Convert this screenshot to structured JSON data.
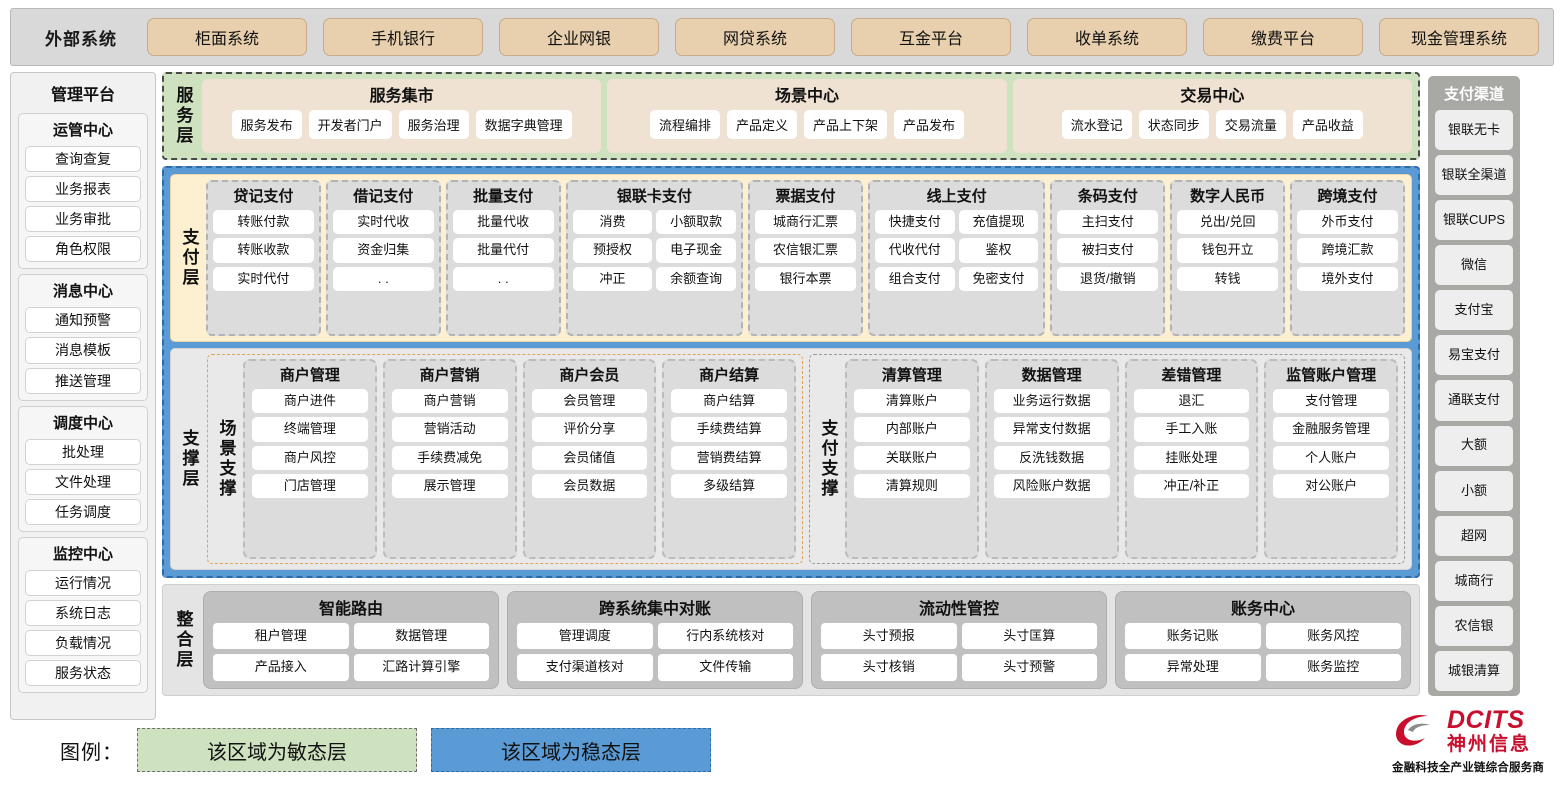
{
  "external_systems": {
    "title": "外部系统",
    "items": [
      "柜面系统",
      "手机银行",
      "企业网银",
      "网贷系统",
      "互金平台",
      "收单系统",
      "缴费平台",
      "现金管理系统"
    ]
  },
  "management_platform": {
    "title": "管理平台",
    "groups": [
      {
        "title": "运管中心",
        "items": [
          "查询查复",
          "业务报表",
          "业务审批",
          "角色权限"
        ]
      },
      {
        "title": "消息中心",
        "items": [
          "通知预警",
          "消息模板",
          "推送管理"
        ]
      },
      {
        "title": "调度中心",
        "items": [
          "批处理",
          "文件处理",
          "任务调度"
        ]
      },
      {
        "title": "监控中心",
        "items": [
          "运行情况",
          "系统日志",
          "负载情况",
          "服务状态"
        ]
      }
    ]
  },
  "service_layer": {
    "label": "服务层",
    "cards": [
      {
        "title": "服务集市",
        "items": [
          "服务发布",
          "开发者门户",
          "服务治理",
          "数据字典管理"
        ]
      },
      {
        "title": "场景中心",
        "items": [
          "流程编排",
          "产品定义",
          "产品上下架",
          "产品发布"
        ]
      },
      {
        "title": "交易中心",
        "items": [
          "流水登记",
          "状态同步",
          "交易流量",
          "产品收益"
        ]
      }
    ]
  },
  "payment_layer": {
    "label": "支付层",
    "groups": [
      {
        "title": "贷记支付",
        "columns": 1,
        "items": [
          "转账付款",
          "转账收款",
          "实时代付"
        ]
      },
      {
        "title": "借记支付",
        "columns": 1,
        "items": [
          "实时代收",
          "资金归集",
          ". ."
        ]
      },
      {
        "title": "批量支付",
        "columns": 1,
        "items": [
          "批量代收",
          "批量代付",
          ". ."
        ]
      },
      {
        "title": "银联卡支付",
        "columns": 2,
        "items": [
          "消费",
          "小额取款",
          "预授权",
          "电子现金",
          "冲正",
          "余额查询"
        ]
      },
      {
        "title": "票据支付",
        "columns": 1,
        "items": [
          "城商行汇票",
          "农信银汇票",
          "银行本票"
        ]
      },
      {
        "title": "线上支付",
        "columns": 2,
        "items": [
          "快捷支付",
          "充值提现",
          "代收代付",
          "鉴权",
          "组合支付",
          "免密支付"
        ]
      },
      {
        "title": "条码支付",
        "columns": 1,
        "items": [
          "主扫支付",
          "被扫支付",
          "退货/撤销"
        ]
      },
      {
        "title": "数字人民币",
        "columns": 1,
        "items": [
          "兑出/兑回",
          "钱包开立",
          "转钱"
        ]
      },
      {
        "title": "跨境支付",
        "columns": 1,
        "items": [
          "外币支付",
          "跨境汇款",
          "境外支付"
        ]
      }
    ]
  },
  "support_layer": {
    "label": "支撑层",
    "boxes": [
      {
        "label": "场景支撑",
        "groups": [
          {
            "title": "商户管理",
            "items": [
              "商户进件",
              "终端管理",
              "商户风控",
              "门店管理"
            ]
          },
          {
            "title": "商户营销",
            "items": [
              "商户营销",
              "营销活动",
              "手续费减免",
              "展示管理"
            ]
          },
          {
            "title": "商户会员",
            "items": [
              "会员管理",
              "评价分享",
              "会员储值",
              "会员数据"
            ]
          },
          {
            "title": "商户结算",
            "items": [
              "商户结算",
              "手续费结算",
              "营销费结算",
              "多级结算"
            ]
          }
        ]
      },
      {
        "label": "支付支撑",
        "groups": [
          {
            "title": "清算管理",
            "items": [
              "清算账户",
              "内部账户",
              "关联账户",
              "清算规则"
            ]
          },
          {
            "title": "数据管理",
            "items": [
              "业务运行数据",
              "异常支付数据",
              "反洗钱数据",
              "风险账户数据"
            ]
          },
          {
            "title": "差错管理",
            "items": [
              "退汇",
              "手工入账",
              "挂账处理",
              "冲正/补正"
            ]
          },
          {
            "title": "监管账户管理",
            "items": [
              "支付管理",
              "金融服务管理",
              "个人账户",
              "对公账户"
            ]
          }
        ]
      }
    ]
  },
  "integration_layer": {
    "label": "整合层",
    "cards": [
      {
        "title": "智能路由",
        "items": [
          "租户管理",
          "数据管理",
          "产品接入",
          "汇路计算引擎"
        ]
      },
      {
        "title": "跨系统集中对账",
        "items": [
          "管理调度",
          "行内系统核对",
          "支付渠道核对",
          "文件传输"
        ]
      },
      {
        "title": "流动性管控",
        "items": [
          "头寸预报",
          "头寸匡算",
          "头寸核销",
          "头寸预警"
        ]
      },
      {
        "title": "账务中心",
        "items": [
          "账务记账",
          "账务风控",
          "异常处理",
          "账务监控"
        ]
      }
    ]
  },
  "payment_channels": {
    "title": "支付渠道",
    "items": [
      "银联无卡",
      "银联全渠道",
      "银联CUPS",
      "微信",
      "支付宝",
      "易宝支付",
      "通联支付",
      "大额",
      "小额",
      "超网",
      "城商行",
      "农信银",
      "城银清算"
    ]
  },
  "legend": {
    "label": "图例：",
    "agile": "该区域为敏态层",
    "stable": "该区域为稳态层",
    "agile_color": "#cfe2c0",
    "stable_color": "#5b9bd5"
  },
  "logo": {
    "brand_en": "DCITS",
    "brand_cn": "神州信息",
    "tagline": "金融科技全产业链综合服务商",
    "color": "#c8102e"
  }
}
